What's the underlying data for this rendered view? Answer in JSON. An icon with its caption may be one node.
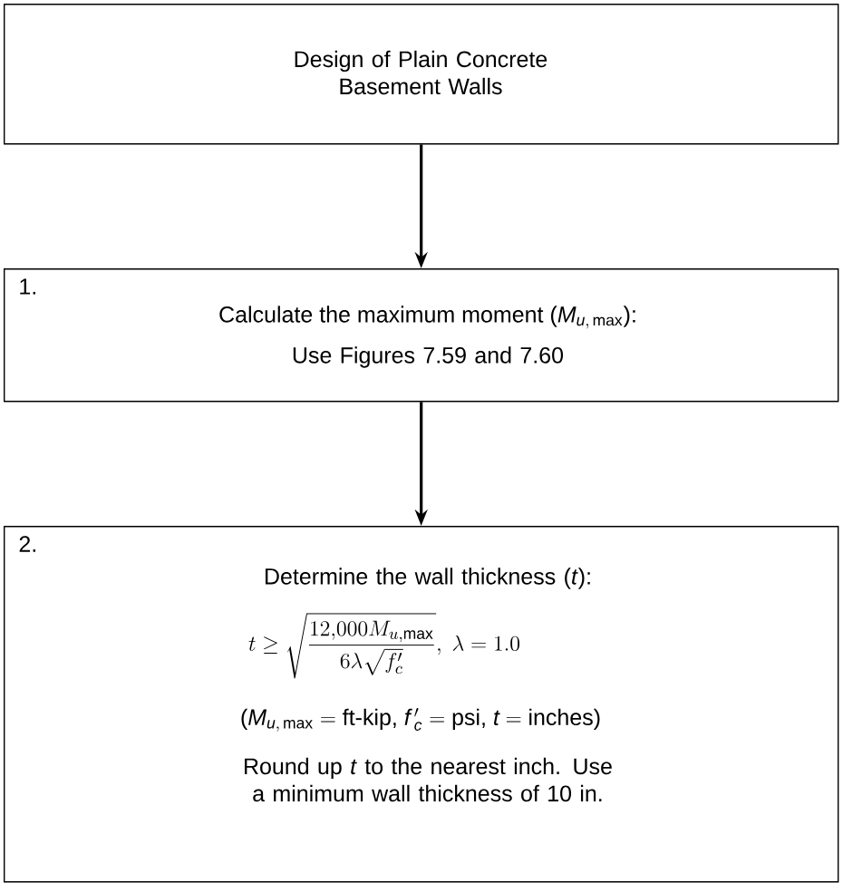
{
  "diagram": {
    "nodes": [
      {
        "text": [
          "Design of Plain Concrete Basement Walls"
        ]
      },
      {
        "text": [
          "1.",
          "\\text{Calculate the maximum moment (}\\textit{M}_{\\textit{u},\\,\\text{max}}\\text{):}",
          "Use Figures 7.59 and 7.60"
        ]
      },
      {
        "text": [
          "2.",
          "Determine the wall thickness (*t*):",
          "t \\geq \\sqrt{\\frac{12{,}000 M_{u,\\mathrm{max}}}{6\\lambda \\sqrt{f'_c}}},\\ \\lambda = 1.0",
          "\\text{(}\\textit{M}_{\\textit{u},\\,\\text{max}} = \\text{ft-kip, }\\textit{f}\\,'_{\\textit{c}} = \\text{psi, }\\textit{t} = \\text{inches)}",
          "Round up *t* to the nearest inch. Use a minimum wall thickness of 10 in."
        ]
      }
    ],
    "edges": [
      {
        "from": 0,
        "to": 1,
        "arrow": "to"
      },
      {
        "from": 1,
        "to": 2,
        "arrow": "to"
      }
    ]
  }
}
